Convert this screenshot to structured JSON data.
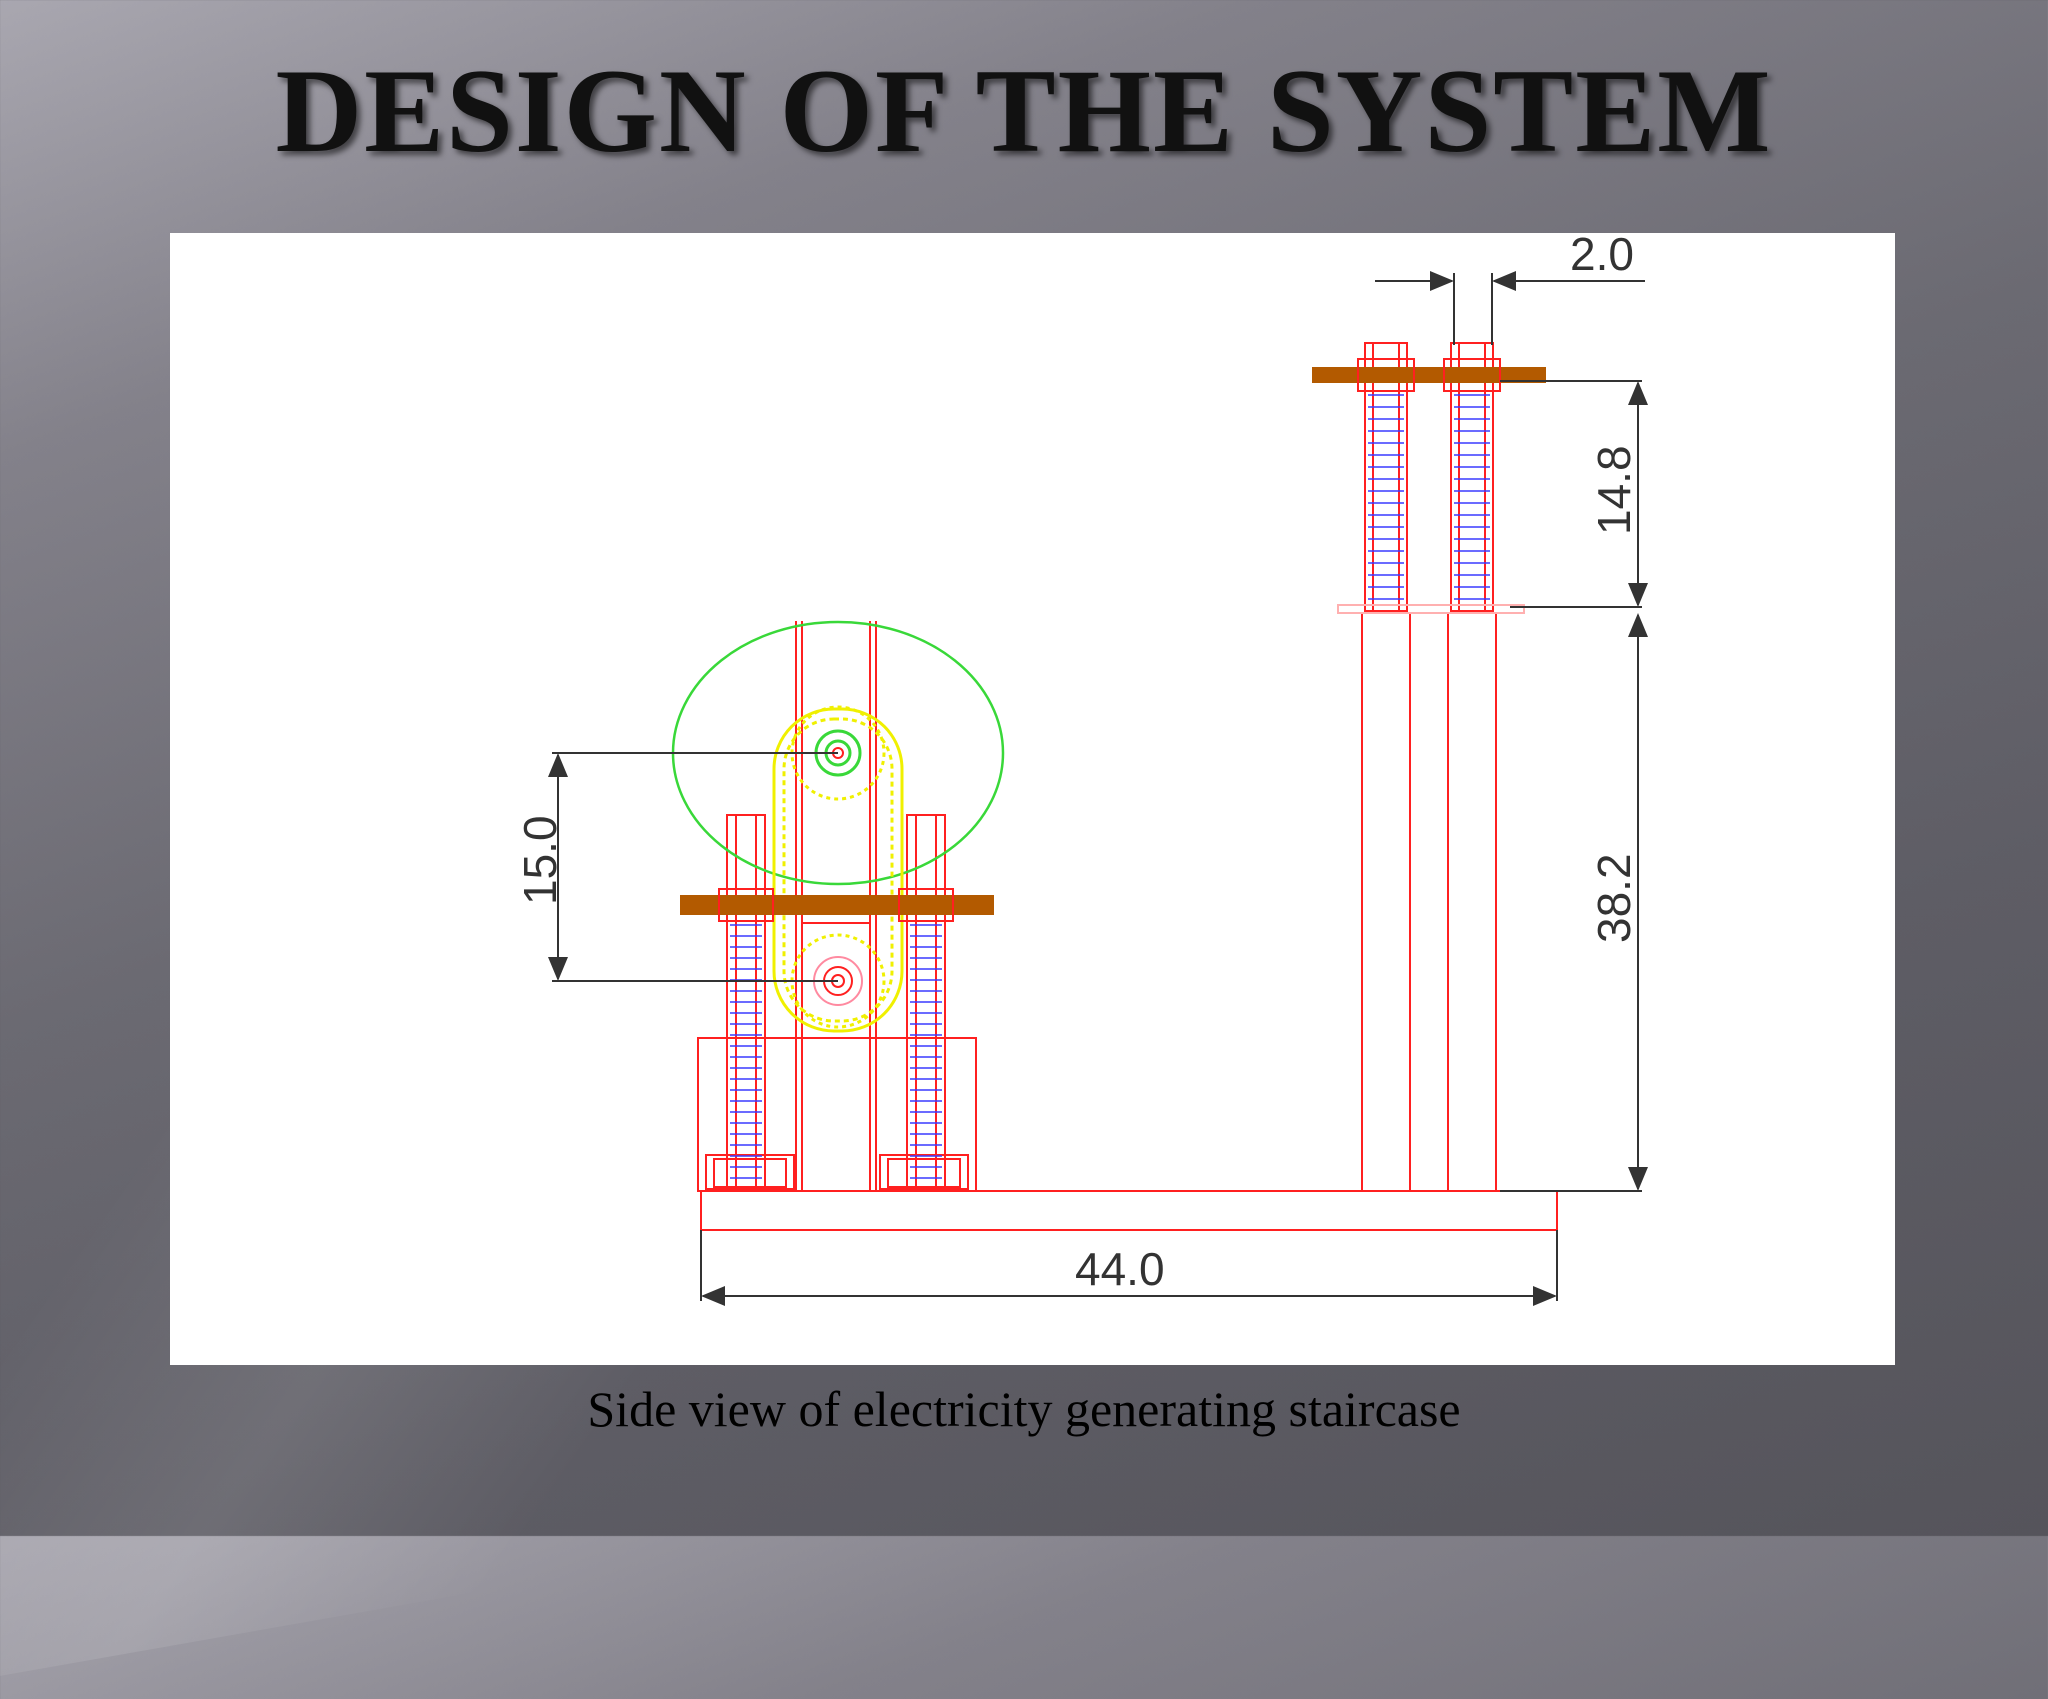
{
  "slide": {
    "title": "DESIGN OF THE SYSTEM",
    "caption": "Side view of electricity generating staircase"
  },
  "diagram": {
    "dimensions": {
      "top_gap": "2.0",
      "spring_height": "14.8",
      "post_height": "38.2",
      "sprocket_distance": "15.0",
      "base_length": "44.0"
    },
    "colors": {
      "frame": "#ff2020",
      "spring": "#3a3aff",
      "plate": "#b35a00",
      "chain": "#f0f000",
      "wheel": "#39d839",
      "dimension": "#333333"
    }
  }
}
